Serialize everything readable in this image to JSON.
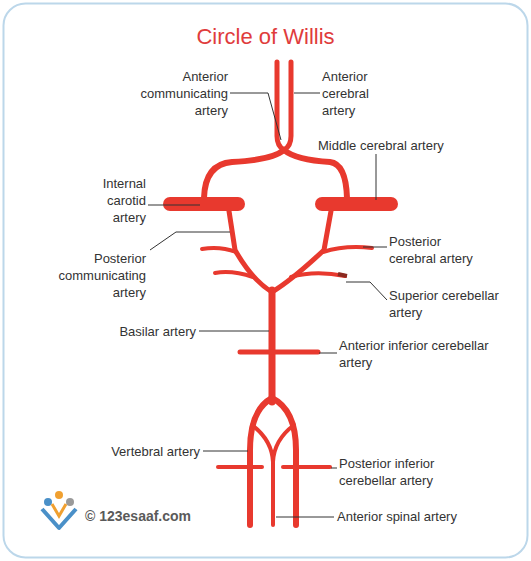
{
  "diagram": {
    "title": "Circle of Willis",
    "labels": [
      "Anterior communicating artery",
      "Anterior cerebral artery",
      "Middle cerebral artery",
      "Internal carotid artery",
      "Posterior communicating artery",
      "Posterior cerebral artery",
      "Superior cerebellar artery",
      "Basilar artery",
      "Anterior inferior cerebellar artery",
      "Vertebral artery",
      "Posterior inferior cerebellar artery",
      "Anterior spinal artery",
      "© 123esaaf.com"
    ]
  }
}
